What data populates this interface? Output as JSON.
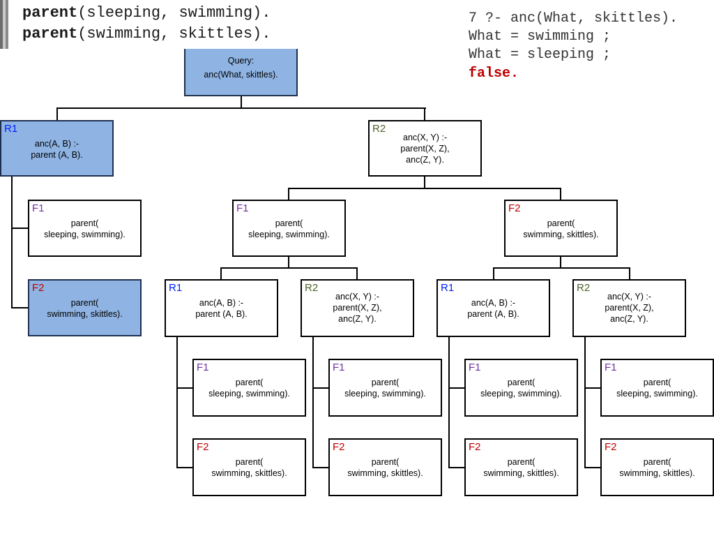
{
  "code": {
    "lines": [
      {
        "keyword": "parent",
        "rest": "(sleeping, swimming)."
      },
      {
        "keyword": "parent",
        "rest": "(swimming, skittles)."
      }
    ]
  },
  "console": {
    "lines": [
      "7 ?- anc(What, skittles).",
      "What = swimming ;",
      "What = sleeping ;"
    ],
    "result": "false."
  },
  "labels": {
    "r1": "R1",
    "r2": "R2",
    "f1": "F1",
    "f2": "F2"
  },
  "clauses": {
    "query_title": "Query:",
    "query_goal": "anc(What, skittles).",
    "r1_head": "anc(A, B) :-",
    "r1_body": "parent (A, B).",
    "r2_head": "anc(X, Y) :-",
    "r2_body1": "parent(X, Z),",
    "r2_body2": "anc(Z, Y).",
    "fact_head": "parent(",
    "f1_args": "sleeping, swimming).",
    "f2_args": "swimming, skittles)."
  },
  "colors": {
    "highlight": "#8fb4e3",
    "r1": "#0020ff",
    "r2": "#4f6228",
    "f1": "#7030a0",
    "f2": "#c00000",
    "false": "#c00000"
  }
}
